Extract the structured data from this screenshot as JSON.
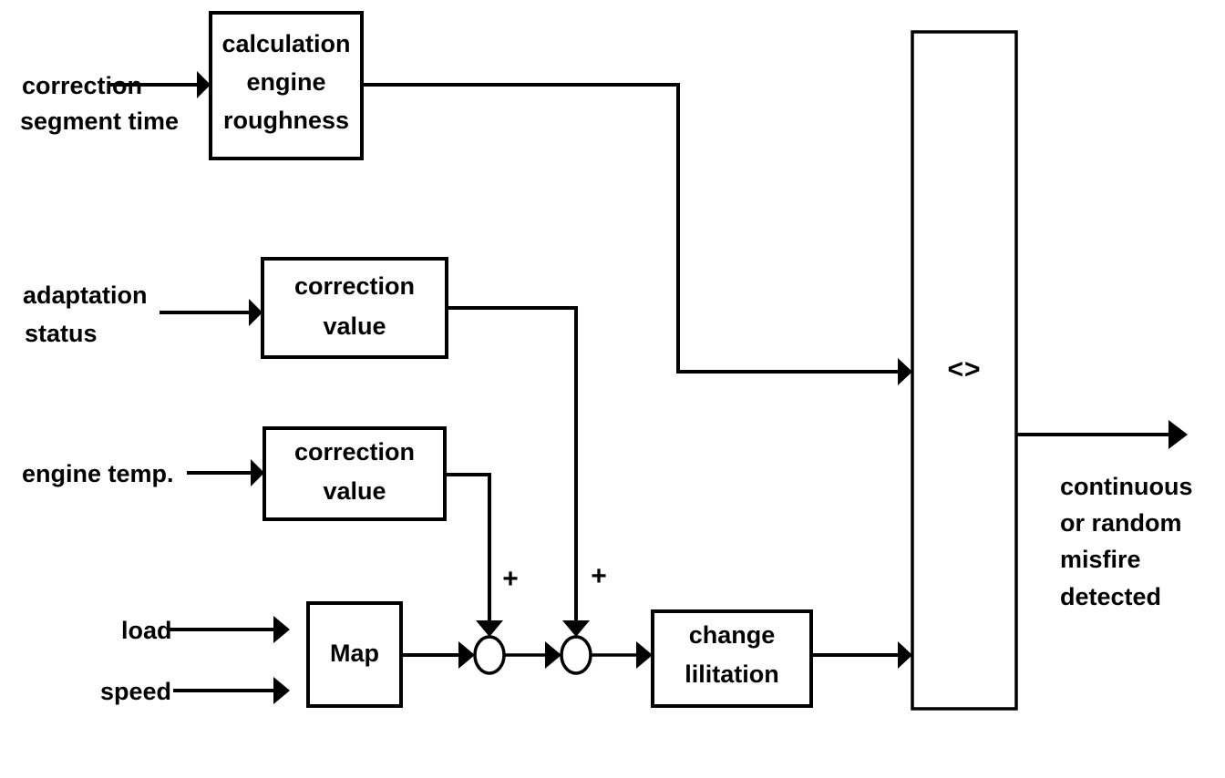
{
  "diagram": {
    "title": "engine roughness misfire detection block diagram",
    "line_color": "#000000",
    "background_color": "#ffffff",
    "blocks": [
      {
        "name": "calculation-engine-roughness",
        "lines": [
          "calculation",
          "engine",
          "roughness"
        ]
      },
      {
        "name": "correction-value-adaptation",
        "lines": [
          "correction",
          "value"
        ]
      },
      {
        "name": "correction-value-engine-temp",
        "lines": [
          "correction",
          "value"
        ]
      },
      {
        "name": "map",
        "lines": [
          "Map"
        ]
      },
      {
        "name": "change-limitation",
        "lines": [
          "change",
          "lilitation"
        ]
      },
      {
        "name": "comparator",
        "lines": [
          "<>"
        ]
      }
    ],
    "inputs": [
      {
        "name": "correction-segment-time",
        "lines": [
          "correction",
          "segment time"
        ]
      },
      {
        "name": "adaptation-status",
        "lines": [
          "adaptation",
          "status"
        ]
      },
      {
        "name": "engine-temp",
        "lines": [
          "engine temp."
        ]
      },
      {
        "name": "load",
        "lines": [
          "load"
        ]
      },
      {
        "name": "speed",
        "lines": [
          "speed"
        ]
      }
    ],
    "outputs": [
      {
        "name": "misfire-detected",
        "lines": [
          "continuous",
          "or random",
          "misfire",
          "detected"
        ]
      }
    ],
    "operators": [
      {
        "name": "sum-1-plus",
        "symbol": "+"
      },
      {
        "name": "sum-2-plus",
        "symbol": "+"
      }
    ],
    "block_text": {
      "calc_line1": "calculation",
      "calc_line2": "engine",
      "calc_line3": "roughness",
      "corr1_line1": "correction",
      "corr1_line2": "value",
      "corr2_line1": "correction",
      "corr2_line2": "value",
      "map_label": "Map",
      "chg_line1": "change",
      "chg_line2": "lilitation",
      "cmp_label": "<>"
    },
    "input_text": {
      "in1_line1": "correction",
      "in1_line2": "segment time",
      "in2_line1": "adaptation",
      "in2_line2": "status",
      "in3_line1": "engine temp.",
      "in4_line1": "load",
      "in5_line1": "speed"
    },
    "output_text": {
      "out_line1": "continuous",
      "out_line2": "or random",
      "out_line3": "misfire",
      "out_line4": "detected"
    },
    "operator_text": {
      "plus1": "+",
      "plus2": "+"
    }
  }
}
